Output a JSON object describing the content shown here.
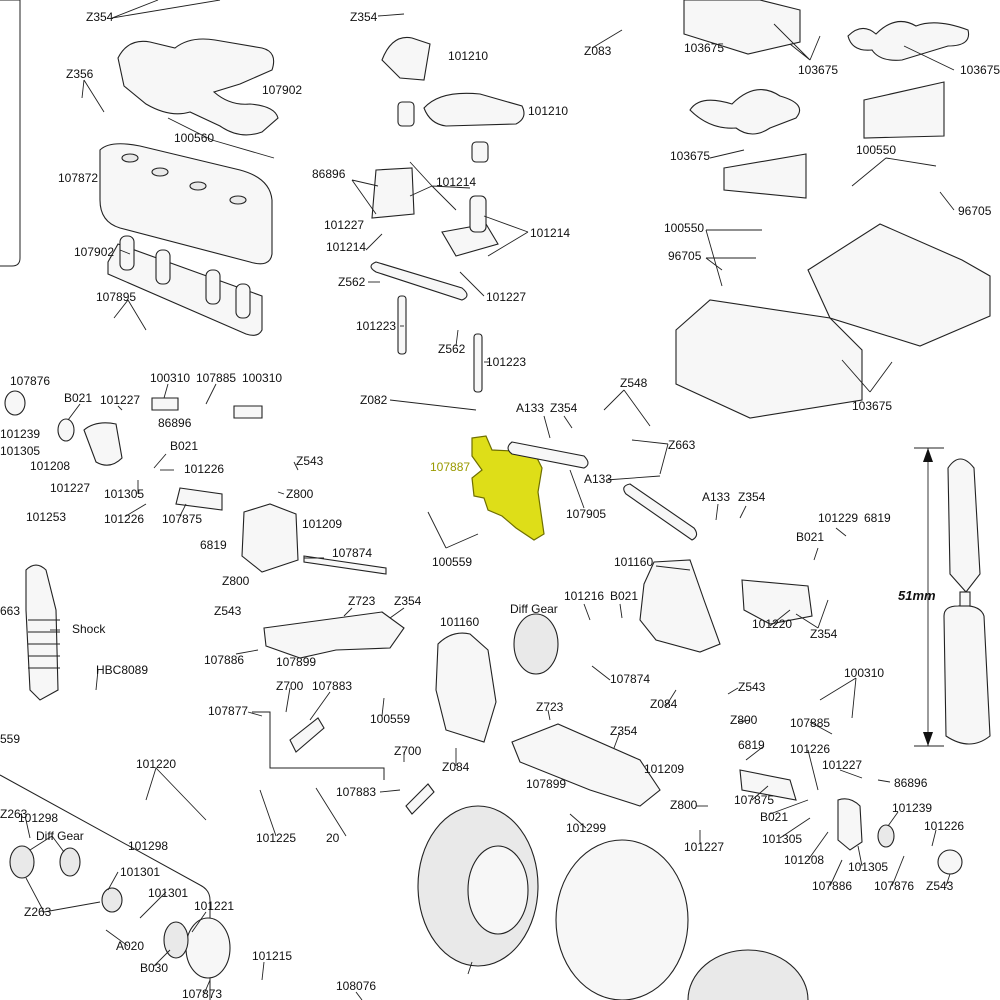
{
  "highlight": {
    "part": "107887",
    "color": "#dede18"
  },
  "dimension": {
    "text": "51mm"
  },
  "labels": [
    "Z354",
    "Z356",
    "107902",
    "100560",
    "107872",
    "107902",
    "107895",
    "Z354",
    "101210",
    "101210",
    "86896",
    "101214",
    "101227",
    "101214",
    "101214",
    "Z562",
    "101227",
    "101223",
    "Z562",
    "101223",
    "Z082",
    "Z083",
    "103675",
    "103675",
    "103675",
    "103675",
    "100550",
    "96705",
    "100550",
    "96705",
    "103675",
    "107876",
    "B021",
    "101227",
    "100310",
    "107885",
    "100310",
    "101239",
    "86896",
    "101305",
    "B021",
    "101208",
    "101226",
    "101227",
    "101305",
    "101226",
    "107875",
    "Z543",
    "Z800",
    "101209",
    "6819",
    "107874",
    "Z800",
    "Z543",
    "101253",
    "Shock",
    "HBC8089",
    "663",
    "559",
    "A133",
    "Z354",
    "Z548",
    "Z663",
    "107887",
    "A133",
    "107905",
    "100559",
    "A133",
    "Z354",
    "101229",
    "6819",
    "B021",
    "101160",
    "101216",
    "B021",
    "Diff Gear",
    "101160",
    "101220",
    "Z354",
    "Z723",
    "Z354",
    "107886",
    "107899",
    "Z700",
    "107883",
    "107877",
    "100559",
    "107874",
    "Z084",
    "Z543",
    "Z800",
    "Z723",
    "Z354",
    "101209",
    "6819",
    "107899",
    "Z700",
    "Z084",
    "100310",
    "107885",
    "101226",
    "101227",
    "86896",
    "107883",
    "107875",
    "Z800",
    "B021",
    "101239",
    "101226",
    "101305",
    "101208",
    "101305",
    "107876",
    "Z543",
    "101227",
    "107886",
    "101299",
    "101220",
    "101225",
    "20",
    "Z263",
    "101298",
    "Diff Gear",
    "101298",
    "101301",
    "101301",
    "Z263",
    "A020",
    "101221",
    "B030",
    "101215",
    "107873",
    "108076"
  ]
}
